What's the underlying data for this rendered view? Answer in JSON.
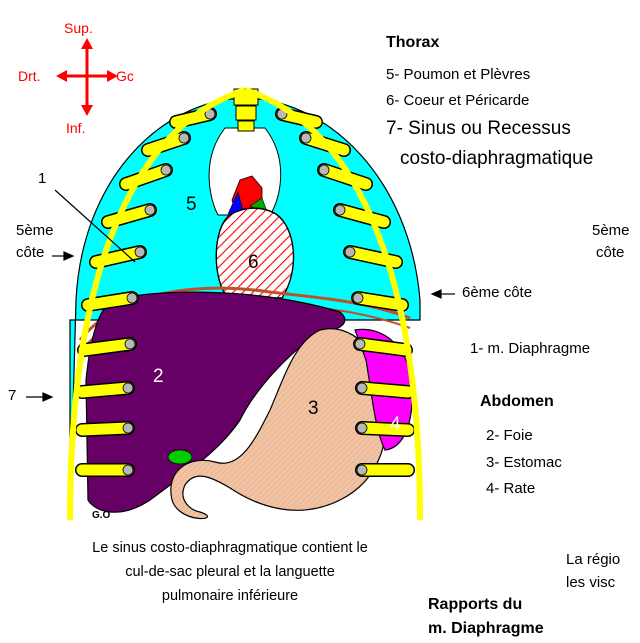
{
  "orientation": {
    "sup": "Sup.",
    "inf": "Inf.",
    "right": "Drt.",
    "left": "Gc",
    "color": "#ff0000"
  },
  "diagram": {
    "numbers": {
      "lung": "5",
      "heart": "6",
      "liver": "2",
      "stomach": "3",
      "spleen": "4",
      "diaphragm_pointer": "1",
      "seventh_rib": "7",
      "go": "G.O"
    },
    "labels": {
      "fifth_rib_left": [
        "5ème",
        "côte"
      ],
      "fifth_rib_right": [
        "5ème",
        "côte"
      ],
      "sixth_rib": "6ème côte",
      "diaphragm": "1- m. Diaphragme"
    },
    "colors": {
      "lung": "#00ffff",
      "rib": "#ffff00",
      "liver": "#660066",
      "stomach": "#f0c0a0",
      "spleen": "#ff00ff",
      "heart_hatch": "#ff0000",
      "diaphragm_line": "#c0502a",
      "gallbladder": "#00cc00"
    }
  },
  "thorax": {
    "title": "Thorax",
    "items": [
      "5- Poumon et Plèvres",
      "6- Coeur et Péricarde"
    ],
    "item7_line1": "7- Sinus ou Recessus",
    "item7_line2": "costo-diaphragmatique"
  },
  "abdomen": {
    "title": "Abdomen",
    "items": [
      "2- Foie",
      "3- Estomac",
      "4- Rate"
    ]
  },
  "caption": {
    "line1": "Le sinus costo-diaphragmatique contient le",
    "line2": "cul-de-sac pleural et la languette",
    "line3": "pulmonaire inférieure"
  },
  "region_text": {
    "line1": "La régio",
    "line2": "les visc"
  },
  "rapports": {
    "line1": "Rapports du",
    "line2": "m. Diaphragme"
  }
}
